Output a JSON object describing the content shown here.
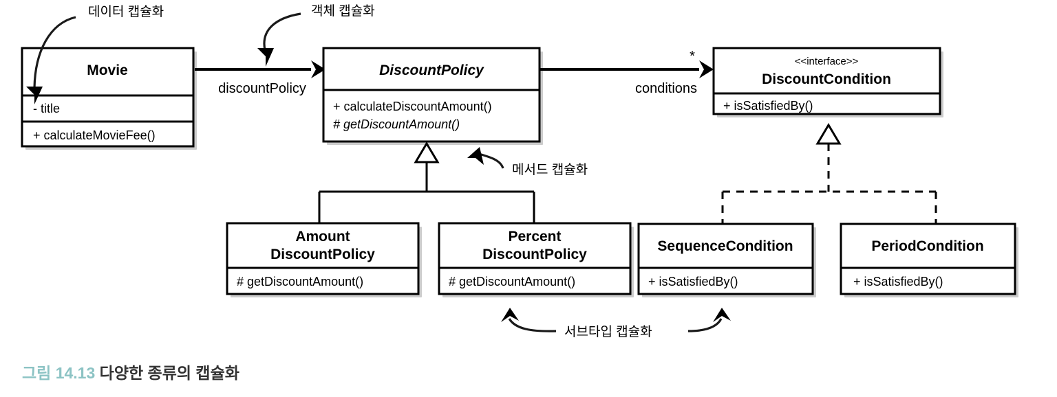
{
  "figure": {
    "caption_number": "그림 14.13",
    "caption_text": "다양한 종류의 캡슐화"
  },
  "diagram": {
    "type": "uml-class-diagram",
    "classes": [
      {
        "id": "movie",
        "name": "Movie",
        "stereotype": "",
        "abstract": false,
        "attributes": [
          "- title"
        ],
        "operations": [
          "+ calculateMovieFee()"
        ]
      },
      {
        "id": "discount-policy",
        "name": "DiscountPolicy",
        "stereotype": "",
        "abstract": true,
        "attributes": [],
        "operations": [
          "+ calculateDiscountAmount()",
          "# getDiscountAmount()"
        ]
      },
      {
        "id": "discount-condition",
        "name": "DiscountCondition",
        "stereotype": "<<interface>>",
        "abstract": false,
        "attributes": [],
        "operations": [
          "+ isSatisfiedBy()"
        ]
      },
      {
        "id": "amount-discount-policy",
        "name_line1": "Amount",
        "name_line2": "DiscountPolicy",
        "abstract": false,
        "operations": [
          "# getDiscountAmount()"
        ]
      },
      {
        "id": "percent-discount-policy",
        "name_line1": "Percent",
        "name_line2": "DiscountPolicy",
        "abstract": false,
        "operations": [
          "# getDiscountAmount()"
        ]
      },
      {
        "id": "sequence-condition",
        "name": "SequenceCondition",
        "abstract": false,
        "operations": [
          "+ isSatisfiedBy()"
        ]
      },
      {
        "id": "period-condition",
        "name": "PeriodCondition",
        "abstract": false,
        "operations": [
          "+ isSatisfiedBy()"
        ]
      }
    ],
    "associations": [
      {
        "id": "movie-to-discount-policy",
        "from": "movie",
        "to": "discount-policy",
        "label": "discountPolicy",
        "multiplicity": ""
      },
      {
        "id": "discount-policy-to-discount-condition",
        "from": "discount-policy",
        "to": "discount-condition",
        "label": "conditions",
        "multiplicity": "*"
      }
    ],
    "annotations": [
      {
        "id": "data-encapsulation",
        "label": "데이터 캡슐화",
        "target": "movie-attributes"
      },
      {
        "id": "object-encapsulation",
        "label": "객체 캡슐화",
        "target": "discount-policy-box"
      },
      {
        "id": "method-encapsulation",
        "label": "메서드 캡슐화",
        "target": "get-discount-amount"
      },
      {
        "id": "subtype-encapsulation",
        "label": "서브타입 캡슐화",
        "target": "percent-discount-policy-and-sequence-condition"
      }
    ]
  },
  "colors": {
    "caption_accent": "#8cc3c4",
    "caption_text": "#333333",
    "stroke": "#000000",
    "box_fill": "#ffffff"
  }
}
